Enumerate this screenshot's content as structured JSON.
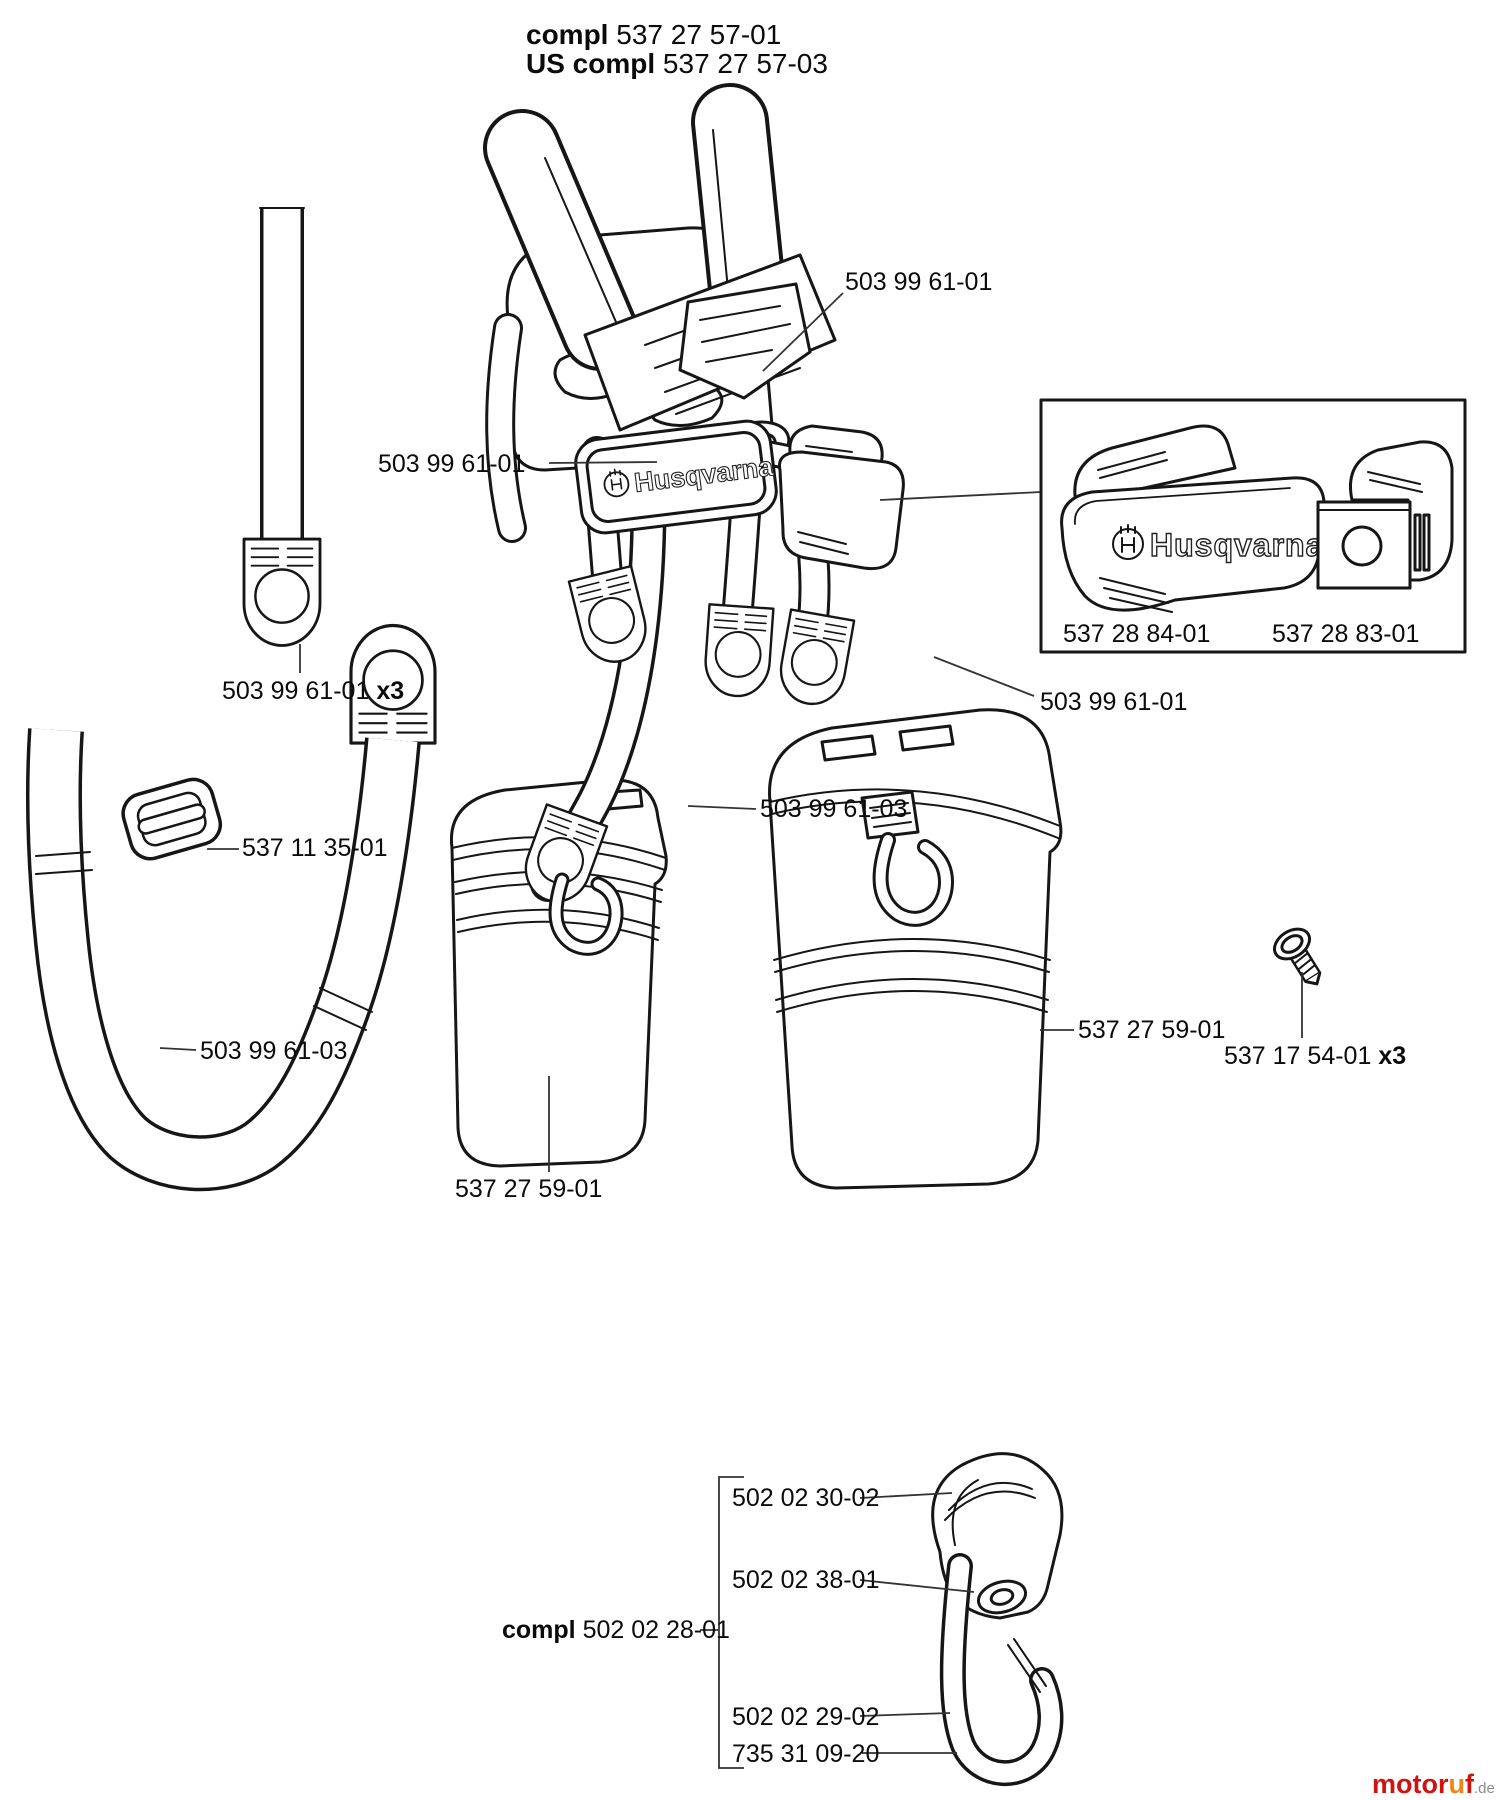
{
  "header": {
    "line1": {
      "prefix": "compl",
      "number": "537 27 57-01"
    },
    "line2": {
      "prefix": "US compl",
      "number": "537 27 57-03"
    }
  },
  "brand": {
    "name": "Husqvarna"
  },
  "callouts": {
    "shoulder_strap_right": {
      "number": "503 99 61-01"
    },
    "shoulder_strap_left": {
      "number": "503 99 61-01"
    },
    "strap_piece": {
      "number": "503 99 61-01",
      "qty": "x3"
    },
    "buckle": {
      "number": "537 11 35-01"
    },
    "back_strap": {
      "number": "503 99 61-03"
    },
    "hip_strap": {
      "number": "503 99 61-01"
    },
    "long_strap": {
      "number": "503 99 61-03"
    },
    "hip_pad": {
      "number": "537 28 84-01"
    },
    "hip_clip": {
      "number": "537 28 83-01"
    },
    "screw": {
      "number": "537 17 54-01",
      "qty": "x3"
    },
    "bag_right": {
      "number": "537 27 59-01"
    },
    "bag_left": {
      "number": "537 27 59-01"
    },
    "handle_cover": {
      "number": "502 02 30-02"
    },
    "handle_bolt": {
      "number": "502 02 38-01"
    },
    "hook_assembly": {
      "prefix": "compl",
      "number": "502 02 28-01"
    },
    "hook": {
      "number": "502 02 29-02"
    },
    "spring": {
      "number": "735 31 09-20"
    }
  },
  "watermark": {
    "word_red1": "motor",
    "letter_orange": "u",
    "word_red2": "f",
    "tld": ".de"
  },
  "colors": {
    "line": "#161616",
    "watermark_red": "#cf1212",
    "watermark_orange": "#f08414",
    "watermark_gray": "#8b8b8b",
    "background": "#ffffff"
  }
}
